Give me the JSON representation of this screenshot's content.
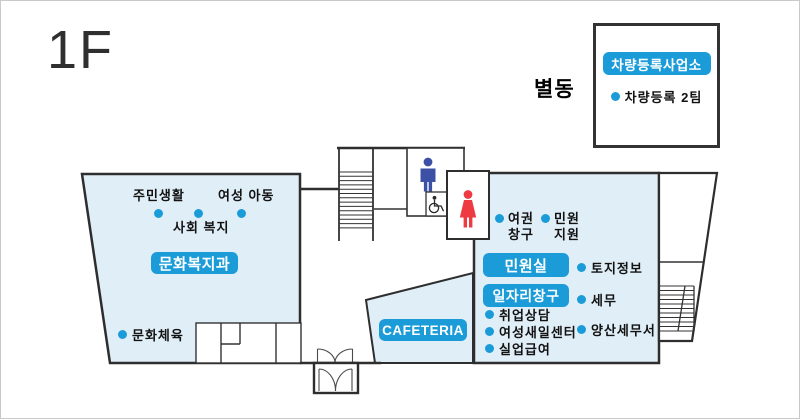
{
  "meta": {
    "floor": "1F",
    "annex_area_label": "별동"
  },
  "colors": {
    "accent_blue": "#1b9cd8",
    "wing_fill": "#e0eef7",
    "outline": "#2e2e2e",
    "male_icon": "#3c51a5",
    "female_icon": "#ee3a41",
    "wheelchair_icon": "#2b2b2b"
  },
  "annex_box": {
    "title": "차량등록사업소",
    "item": "차량등록 2팀"
  },
  "left_wing": {
    "label_top_left": "주민생활",
    "label_top_right": "여성 아동",
    "label_mid": "사회 복지",
    "dept_button": "문화복지과",
    "bottom_item": "문화체육"
  },
  "center": {
    "cafeteria_button": "CAFETERIA"
  },
  "right_wing": {
    "counters": [
      {
        "line1": "여권",
        "line2": "창구"
      },
      {
        "line1": "민원",
        "line2": "지원"
      }
    ],
    "room_buttons": [
      {
        "label": "민원실"
      },
      {
        "label": "일자리창구"
      }
    ],
    "col_right": [
      {
        "label": "토지정보"
      },
      {
        "label": "세무"
      },
      {
        "label": "양산세무서"
      }
    ],
    "col_left": [
      {
        "label": "취업상담"
      },
      {
        "label": "여성새일센터"
      },
      {
        "label": "실업급여"
      }
    ]
  },
  "icons": [
    {
      "name": "male-restroom-icon",
      "shape": "person",
      "color": "#3c51a5"
    },
    {
      "name": "female-restroom-icon",
      "shape": "person-dress",
      "color": "#ee3a41"
    },
    {
      "name": "wheelchair-icon",
      "shape": "wheelchair",
      "color": "#2b2b2b"
    },
    {
      "name": "stairs-icon",
      "shape": "hatched-treads"
    },
    {
      "name": "entrance-door-icon",
      "shape": "double-door-swing"
    }
  ]
}
